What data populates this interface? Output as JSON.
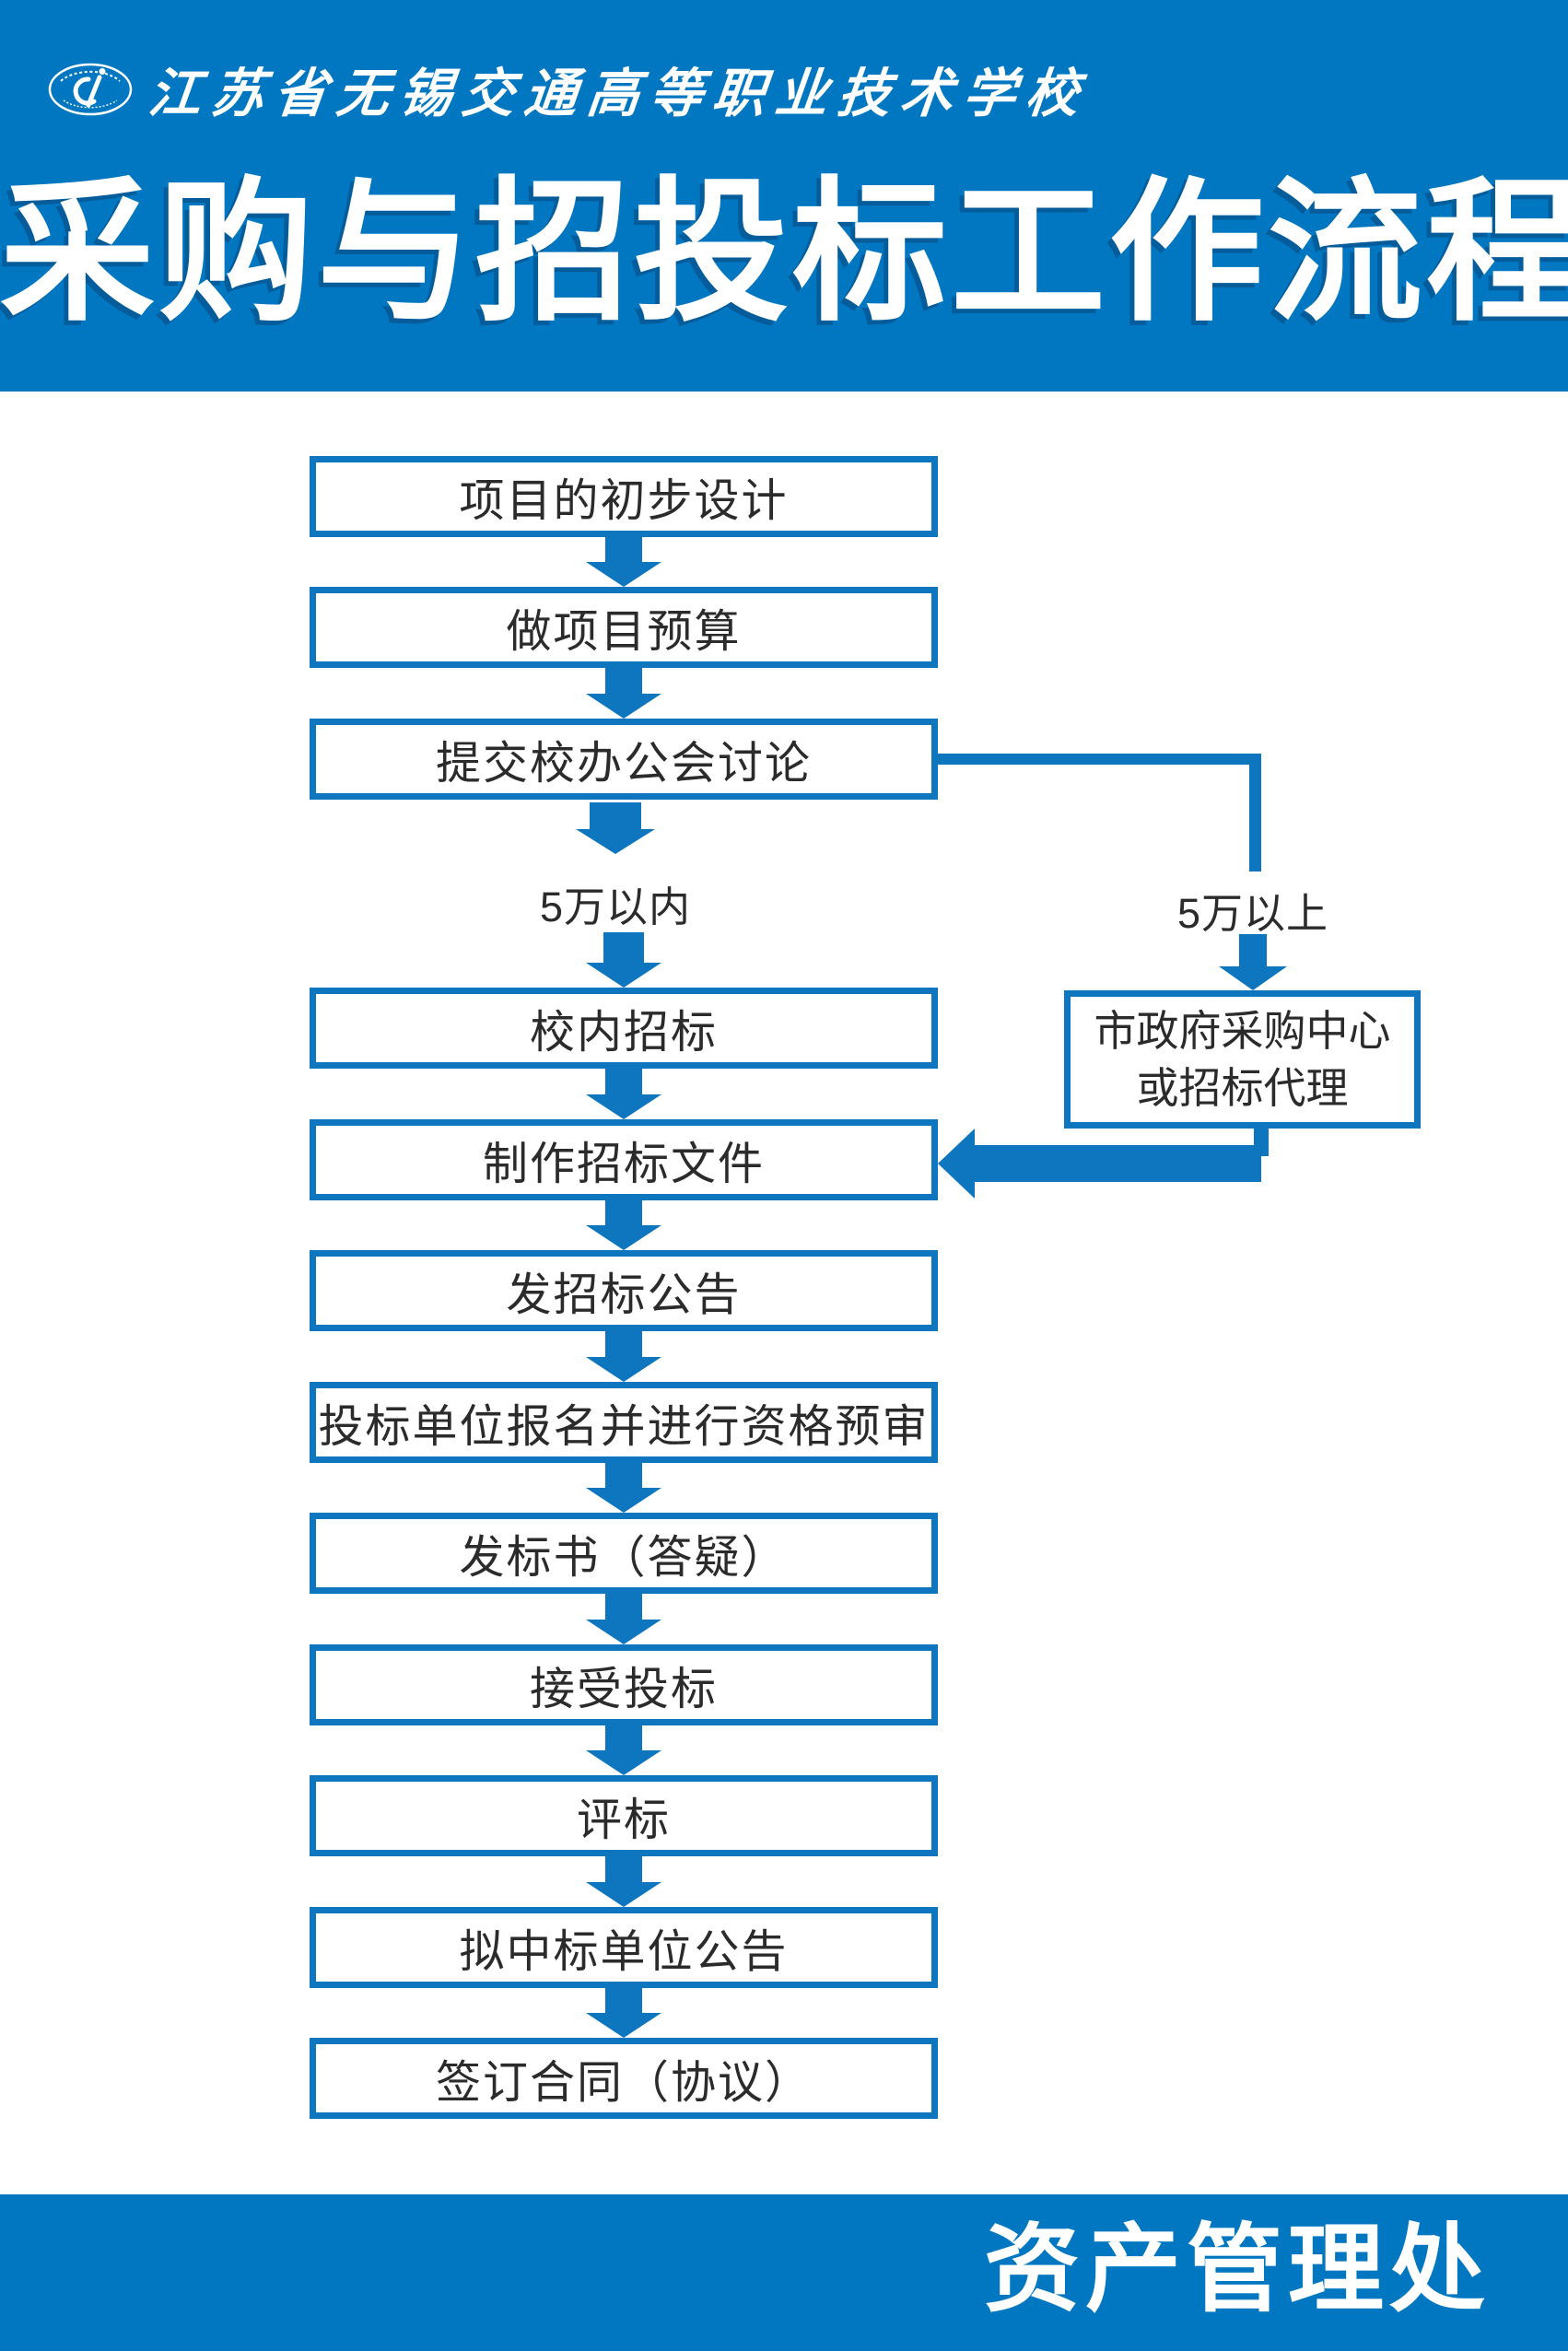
{
  "header": {
    "school_name": "江苏省无锡交通高等职业技术学校",
    "title": "采购与招投标工作流程图"
  },
  "flow": {
    "steps": [
      "项目的初步设计",
      "做项目预算",
      "提交校办公会讨论",
      "校内招标",
      "制作招标文件",
      "发招标公告",
      "投标单位报名并进行资格预审",
      "发标书（答疑）",
      "接受投标",
      "评标",
      "拟中标单位公告",
      "签订合同（协议）"
    ],
    "branch": {
      "left_label": "5万以内",
      "right_label": "5万以上",
      "right_box_line1": "市政府采购中心",
      "right_box_line2": "或招标代理"
    }
  },
  "footer": {
    "department": "资产管理处"
  },
  "colors": {
    "header_blue": "#0077C0",
    "diagram_blue": "#0D76BE",
    "text_dark": "#2B2B2B"
  }
}
